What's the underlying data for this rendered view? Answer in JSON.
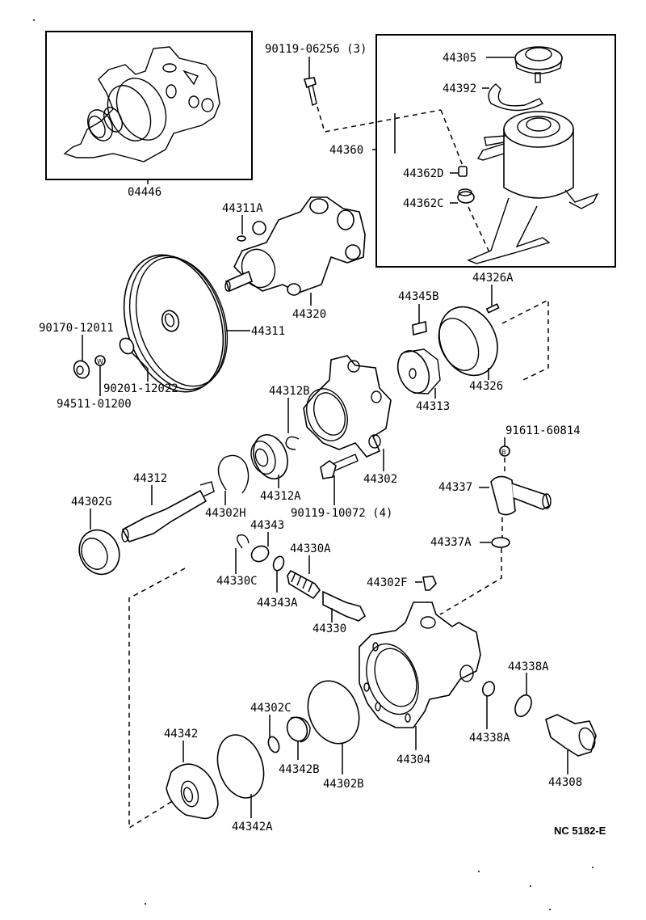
{
  "diagram": {
    "title": "Power steering vane pump exploded parts diagram",
    "diagram_code": "NC 5182-E",
    "labels": {
      "p04446": "04446",
      "p90119_06256": "90119-06256 (3)",
      "p44305": "44305",
      "p44392": "44392",
      "p44360": "44360",
      "p44362D": "44362D",
      "p44362C": "44362C",
      "p44311A": "44311A",
      "p44320": "44320",
      "p44326A": "44326A",
      "p44311": "44311",
      "p90170_12011": "90170-12011",
      "p90201_12022": "90201-12022",
      "p94511_01200": "94511-01200",
      "p44345B": "44345B",
      "p44326": "44326",
      "p44313": "44313",
      "p44312B": "44312B",
      "p44302": "44302",
      "p91611_60814": "91611-60814",
      "p44312": "44312",
      "p44302G": "44302G",
      "p44302H": "44302H",
      "p44312A": "44312A",
      "p90119_10072": "90119-10072 (4)",
      "p44337": "44337",
      "p44343": "44343",
      "p44330A": "44330A",
      "p44330C": "44330C",
      "p44343A": "44343A",
      "p44337A": "44337A",
      "p44302F": "44302F",
      "p44330": "44330",
      "p44338A_upper": "44338A",
      "p44302C": "44302C",
      "p44342": "44342",
      "p44342B": "44342B",
      "p44302B": "44302B",
      "p44304": "44304",
      "p44338A_lower": "44338A",
      "p44308": "44308",
      "p44342A": "44342A"
    },
    "bolt_marks": {
      "washer_mark": "W",
      "bolt_mark": "B"
    }
  }
}
